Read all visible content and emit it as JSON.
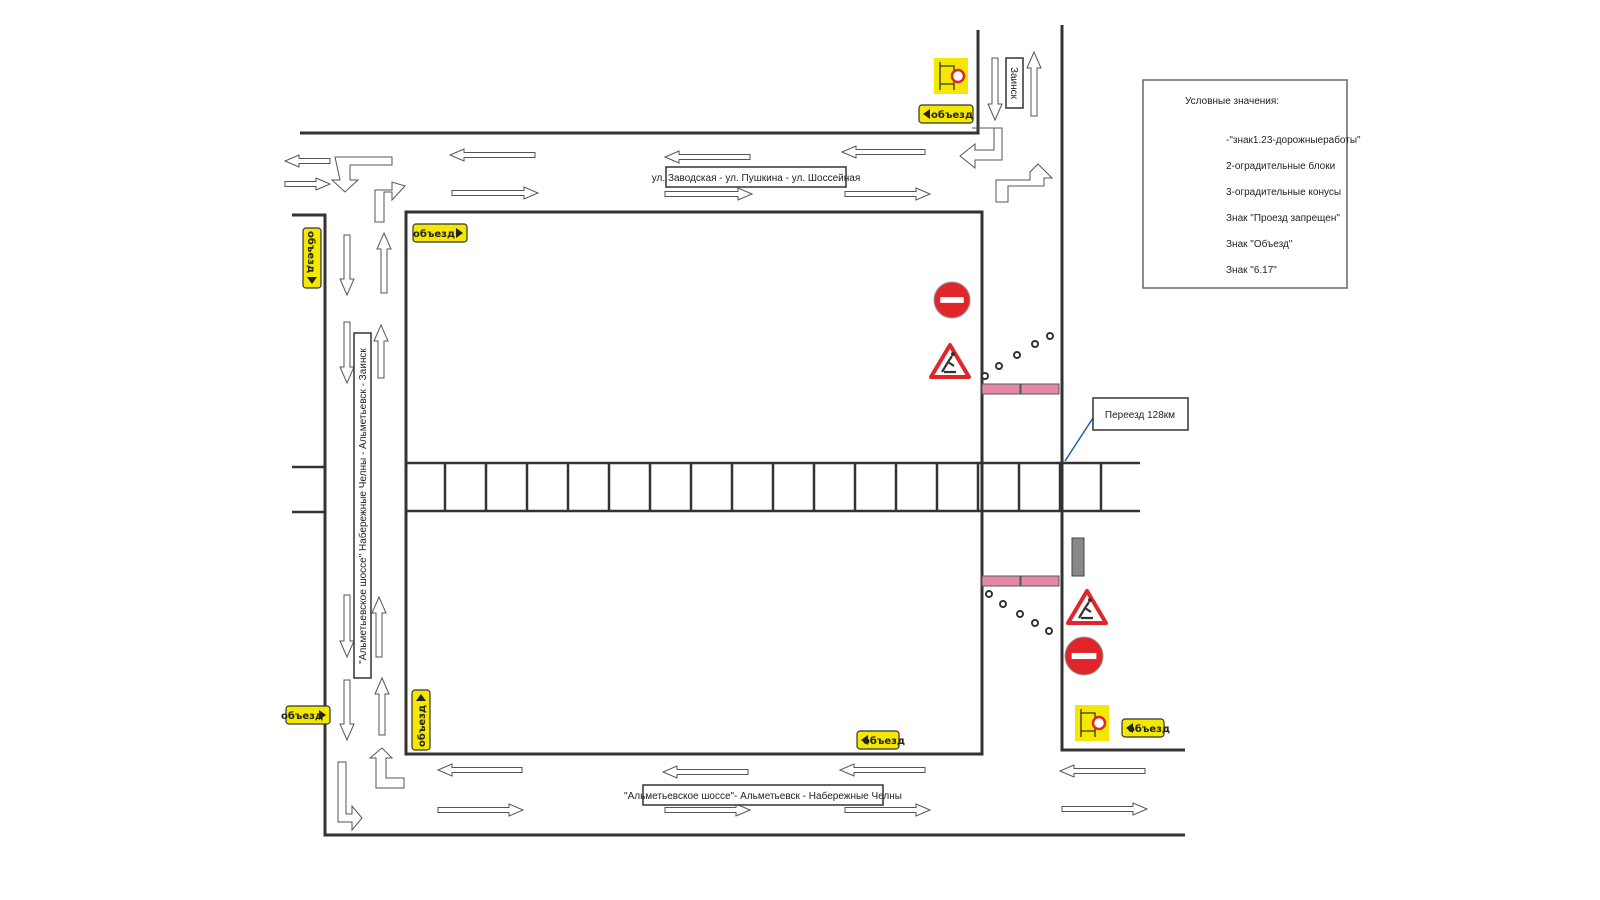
{
  "roads": {
    "top_street": "ул. Заводская - ул. Пушкина - ул. Шоссейная",
    "bottom_street": "\"Альметьевское шоссе\"- Альметьевск - Набережные Челны",
    "left_street": "\"Альметьевское шоссе\" Набережные Челны - Альметьевск - Заинск",
    "right_top_street": "Заинск"
  },
  "callout": "Переезд 128км",
  "detour_sign": "объезд",
  "legend": {
    "title": "Условные значения:",
    "items": [
      {
        "icon": "roadwork-sign-icon",
        "label": "-\"знак1.23-дорожныеработы\""
      },
      {
        "icon": "barrier-block-icon",
        "label": "2-оградительные блоки"
      },
      {
        "icon": "cone-icon",
        "label": "3-оградительные конусы"
      },
      {
        "icon": "no-entry-sign-icon",
        "label": "Знак \"Проезд запрещен\""
      },
      {
        "icon": "detour-sign-icon",
        "label": "Знак \"Объезд\""
      },
      {
        "icon": "detour-scheme-sign-icon",
        "label": "Знак \"6.17\""
      }
    ]
  },
  "colors": {
    "sign_yellow": "#f4e800",
    "no_entry_red": "#e0262b",
    "barrier_pink": "#e48aa8",
    "callout_line": "#1f5fb0"
  }
}
